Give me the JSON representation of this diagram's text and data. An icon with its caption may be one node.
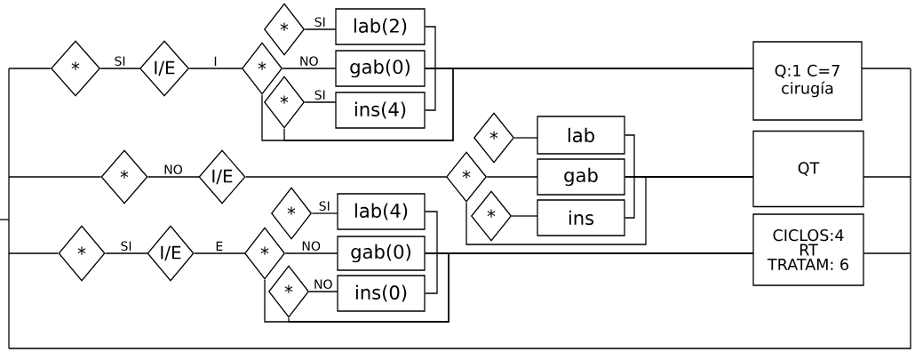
{
  "diagram": {
    "nodes": [
      {
        "text": [
          "*"
        ]
      },
      {
        "text": [
          "I/E"
        ]
      },
      {
        "text": [
          "*"
        ]
      },
      {
        "text": [
          "*"
        ]
      },
      {
        "text": [
          "*"
        ]
      },
      {
        "text": [
          "lab(2)"
        ]
      },
      {
        "text": [
          "gab(0)"
        ]
      },
      {
        "text": [
          "ins(4)"
        ]
      },
      {
        "text": [
          "Q:1 C=7",
          "cirugía"
        ]
      },
      {
        "text": [
          "*"
        ]
      },
      {
        "text": [
          "I/E"
        ]
      },
      {
        "text": [
          "*"
        ]
      },
      {
        "text": [
          "*"
        ]
      },
      {
        "text": [
          "*"
        ]
      },
      {
        "text": [
          "lab"
        ]
      },
      {
        "text": [
          "gab"
        ]
      },
      {
        "text": [
          "ins"
        ]
      },
      {
        "text": [
          "QT"
        ]
      },
      {
        "text": [
          "*"
        ]
      },
      {
        "text": [
          "I/E"
        ]
      },
      {
        "text": [
          "*"
        ]
      },
      {
        "text": [
          "*"
        ]
      },
      {
        "text": [
          "*"
        ]
      },
      {
        "text": [
          "lab(4)"
        ]
      },
      {
        "text": [
          "gab(0)"
        ]
      },
      {
        "text": [
          "ins(0)"
        ]
      },
      {
        "text": [
          "CICLOS:4",
          "RT",
          "TRATAM: 6"
        ]
      }
    ],
    "edges": [
      {
        "from": 0,
        "to": 1,
        "arrow": "none",
        "label": "SI"
      },
      {
        "from": 1,
        "to": 2,
        "arrow": "none",
        "label": "I"
      },
      {
        "from": 3,
        "to": 5,
        "arrow": "none",
        "label": "SI"
      },
      {
        "from": 2,
        "to": 6,
        "arrow": "none",
        "label": "NO"
      },
      {
        "from": 4,
        "to": 7,
        "arrow": "none",
        "label": "SI"
      },
      {
        "from": 5,
        "to": 8,
        "arrow": "none"
      },
      {
        "from": 6,
        "to": 8,
        "arrow": "none"
      },
      {
        "from": 7,
        "to": 8,
        "arrow": "none"
      },
      {
        "from": 6,
        "to": 2,
        "arrow": "none"
      },
      {
        "from": 6,
        "to": 4,
        "arrow": "none"
      },
      {
        "from": 9,
        "to": 10,
        "arrow": "none",
        "label": "NO"
      },
      {
        "from": 10,
        "to": 11,
        "arrow": "none"
      },
      {
        "from": 12,
        "to": 14,
        "arrow": "none"
      },
      {
        "from": 11,
        "to": 15,
        "arrow": "none"
      },
      {
        "from": 13,
        "to": 16,
        "arrow": "none"
      },
      {
        "from": 14,
        "to": 17,
        "arrow": "none"
      },
      {
        "from": 15,
        "to": 17,
        "arrow": "none"
      },
      {
        "from": 16,
        "to": 17,
        "arrow": "none"
      },
      {
        "from": 15,
        "to": 11,
        "arrow": "none"
      },
      {
        "from": 18,
        "to": 19,
        "arrow": "none",
        "label": "SI"
      },
      {
        "from": 19,
        "to": 20,
        "arrow": "none",
        "label": "E"
      },
      {
        "from": 21,
        "to": 23,
        "arrow": "none",
        "label": "SI"
      },
      {
        "from": 20,
        "to": 24,
        "arrow": "none",
        "label": "NO"
      },
      {
        "from": 22,
        "to": 25,
        "arrow": "none",
        "label": "NO"
      },
      {
        "from": 23,
        "to": 26,
        "arrow": "none"
      },
      {
        "from": 24,
        "to": 26,
        "arrow": "none"
      },
      {
        "from": 25,
        "to": 26,
        "arrow": "none"
      },
      {
        "from": 24,
        "to": 20,
        "arrow": "none"
      },
      {
        "from": 24,
        "to": 22,
        "arrow": "none"
      },
      {
        "from": 8,
        "to": 0,
        "arrow": "none"
      },
      {
        "from": 8,
        "to": 9,
        "arrow": "none"
      },
      {
        "from": 8,
        "to": 18,
        "arrow": "none"
      },
      {
        "from": 17,
        "to": 0,
        "arrow": "none"
      },
      {
        "from": 17,
        "to": 9,
        "arrow": "none"
      },
      {
        "from": 17,
        "to": 18,
        "arrow": "none"
      },
      {
        "from": 26,
        "to": 0,
        "arrow": "none"
      },
      {
        "from": 26,
        "to": 9,
        "arrow": "none"
      },
      {
        "from": 26,
        "to": 18,
        "arrow": "none"
      },
      {
        "from": null,
        "to": 0,
        "arrow": "none"
      },
      {
        "from": null,
        "to": 9,
        "arrow": "none"
      },
      {
        "from": null,
        "to": 18,
        "arrow": "none"
      }
    ]
  }
}
